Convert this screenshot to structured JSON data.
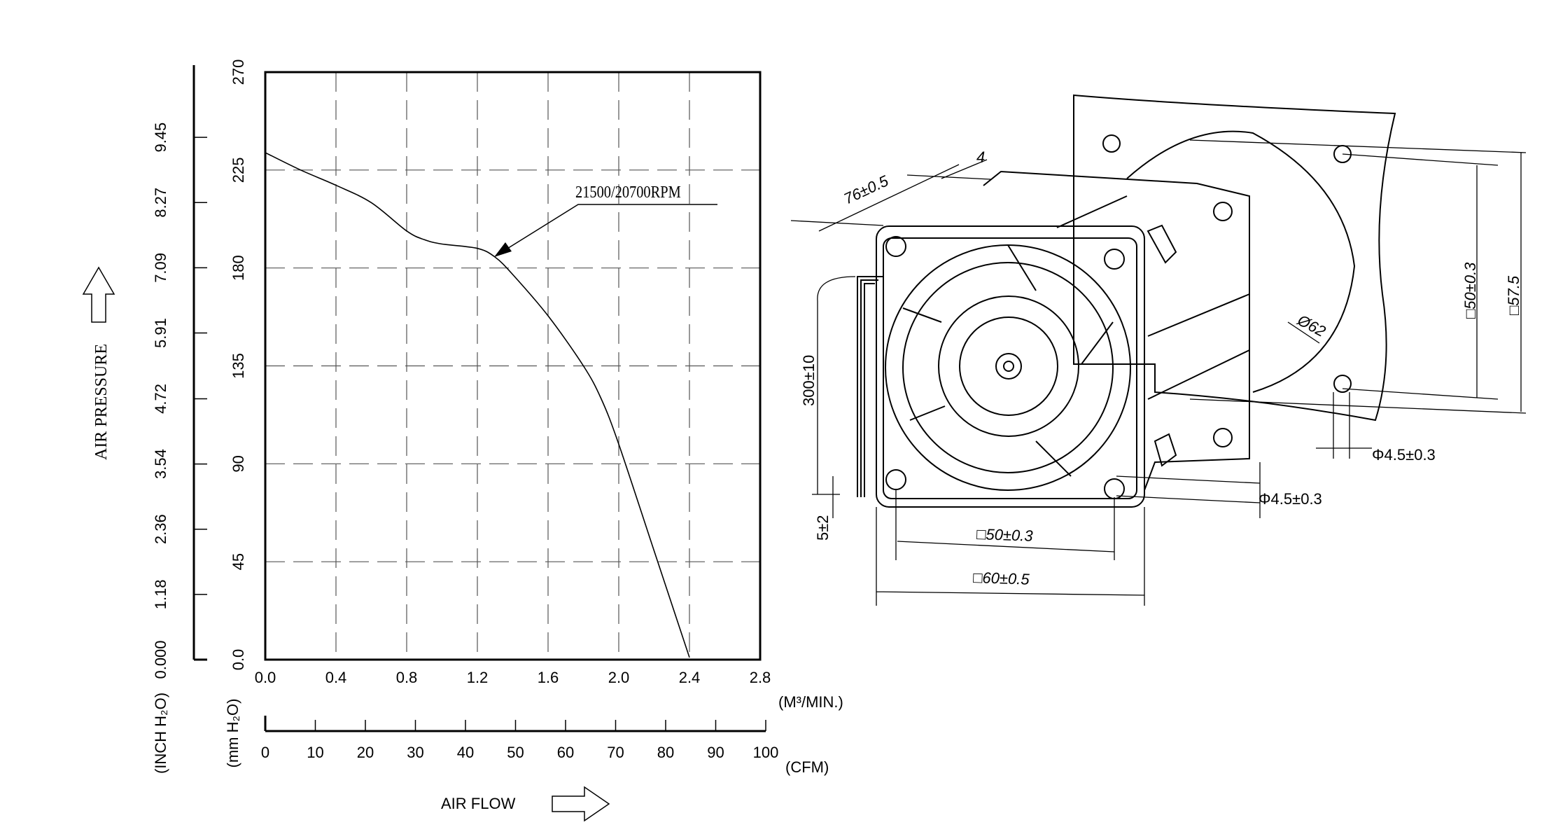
{
  "chart_data": {
    "type": "line",
    "title": "",
    "xlabel": "AIR FLOW",
    "ylabel": "AIR PRESSURE",
    "x_unit": "(M³/MIN.)",
    "x2_unit": "(CFM)",
    "y_unit": "(mm H₂O)",
    "y2_unit": "(INCH H₂O)",
    "xlim": [
      0,
      2.8
    ],
    "ylim": [
      0,
      270
    ],
    "grid": true,
    "x_ticks": [
      "0.0",
      "0.4",
      "0.8",
      "1.2",
      "1.6",
      "2.0",
      "2.4",
      "2.8"
    ],
    "y_ticks": [
      "0.0",
      "45",
      "90",
      "135",
      "180",
      "225",
      "270"
    ],
    "x2_ticks": [
      "0",
      "10",
      "20",
      "30",
      "40",
      "50",
      "60",
      "70",
      "80",
      "90",
      "100"
    ],
    "y2_ticks": [
      "0.000",
      "1.18",
      "2.36",
      "3.54",
      "4.72",
      "5.91",
      "7.09",
      "8.27",
      "9.45"
    ],
    "series": [
      {
        "name": "21500/20700RPM",
        "x": [
          0.0,
          0.2,
          0.4,
          0.6,
          0.8,
          0.9,
          1.0,
          1.2,
          1.3,
          1.4,
          1.6,
          1.8,
          1.9,
          2.0,
          2.2,
          2.4
        ],
        "y": [
          233,
          225,
          218,
          210,
          197,
          193,
          191,
          189,
          185,
          177,
          158,
          135,
          120,
          99,
          50,
          1
        ]
      }
    ],
    "annotation": "21500/20700RPM"
  },
  "drawing": {
    "dims": {
      "length": "76±0.5",
      "clip": "4",
      "lead": "300±10",
      "strip": "5±2",
      "hole_pitch_bottom": "□50±0.3",
      "frame": "□60±0.5",
      "hole_front": "Φ4.5±0.3",
      "hole_back": "Φ4.5±0.3",
      "hole_pitch_back": "□50±0.3",
      "back_plate": "□57.5",
      "venturi": "Ø62"
    }
  }
}
